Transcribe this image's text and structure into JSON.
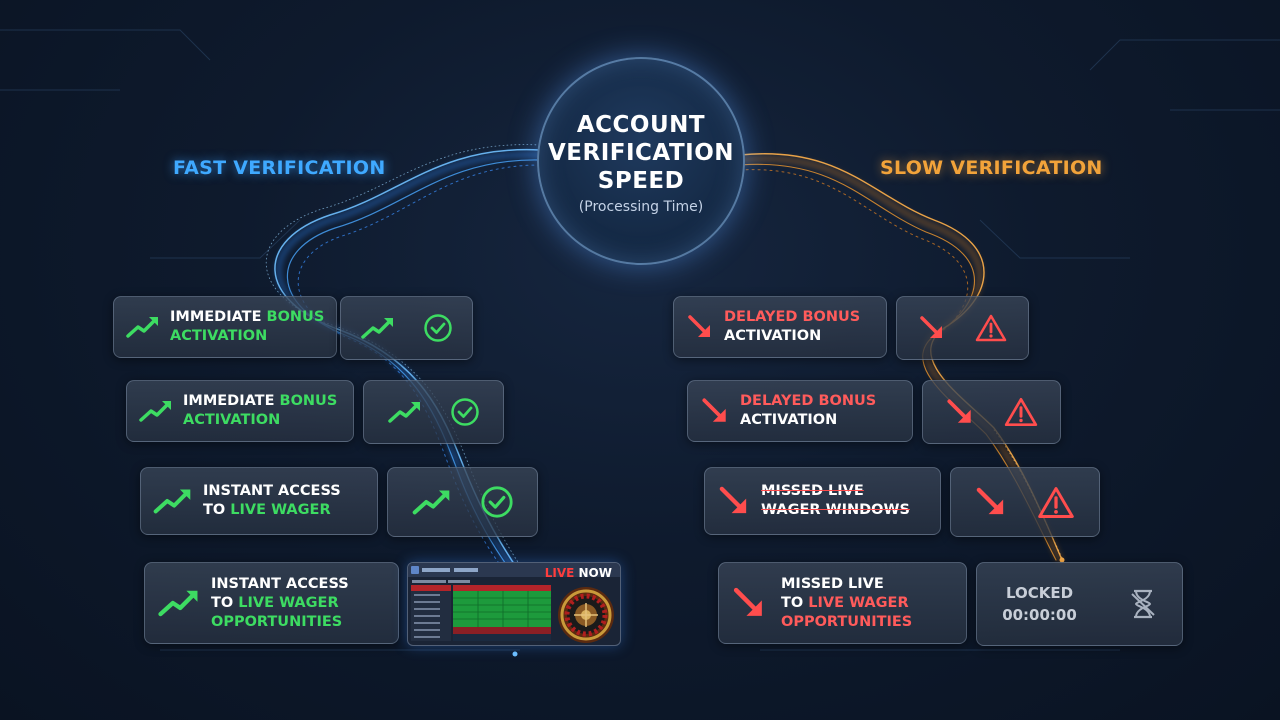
{
  "center": {
    "title": "ACCOUNT\nVERIFICATION\nSPEED",
    "subtitle": "(Processing Time)"
  },
  "fast": {
    "heading": "FAST VERIFICATION",
    "color": "#3ddc62",
    "items": [
      {
        "p1": "IMMEDIATE ",
        "p2": "BONUS",
        "p3": "ACTIVATION"
      },
      {
        "p1": "IMMEDIATE ",
        "p2": "BONUS",
        "p3": "ACTIVATION"
      },
      {
        "p1": "INSTANT ACCESS",
        "p2": "TO ",
        "p3": "LIVE WAGER"
      },
      {
        "p1": "INSTANT ACCESS",
        "p2": "TO ",
        "p3": "LIVE WAGER",
        "p4": "OPPORTUNITIES"
      }
    ],
    "live_panel": {
      "badge_a": "LIVE",
      "badge_b": " NOW"
    }
  },
  "slow": {
    "heading": "SLOW VERIFICATION",
    "color": "#ff5b5b",
    "items": [
      {
        "p1": "DELAYED BONUS",
        "p2": "ACTIVATION"
      },
      {
        "p1": "DELAYED BONUS",
        "p2": "ACTIVATION"
      },
      {
        "p1": "MISSED LIVE",
        "p2": "WAGER WINDOWS"
      },
      {
        "p1": "MISSED LIVE",
        "p2": "TO ",
        "p3": "LIVE WAGER",
        "p4": "OPPORTUNITIES"
      }
    ],
    "locked": {
      "label": "LOCKED",
      "timer": "00:00:00"
    }
  },
  "icons": {
    "up_arrow": "trend-up-icon",
    "down_arrow": "trend-down-icon",
    "check": "check-circle-icon",
    "warning": "warning-triangle-icon",
    "hourglass": "hourglass-cross-icon"
  }
}
